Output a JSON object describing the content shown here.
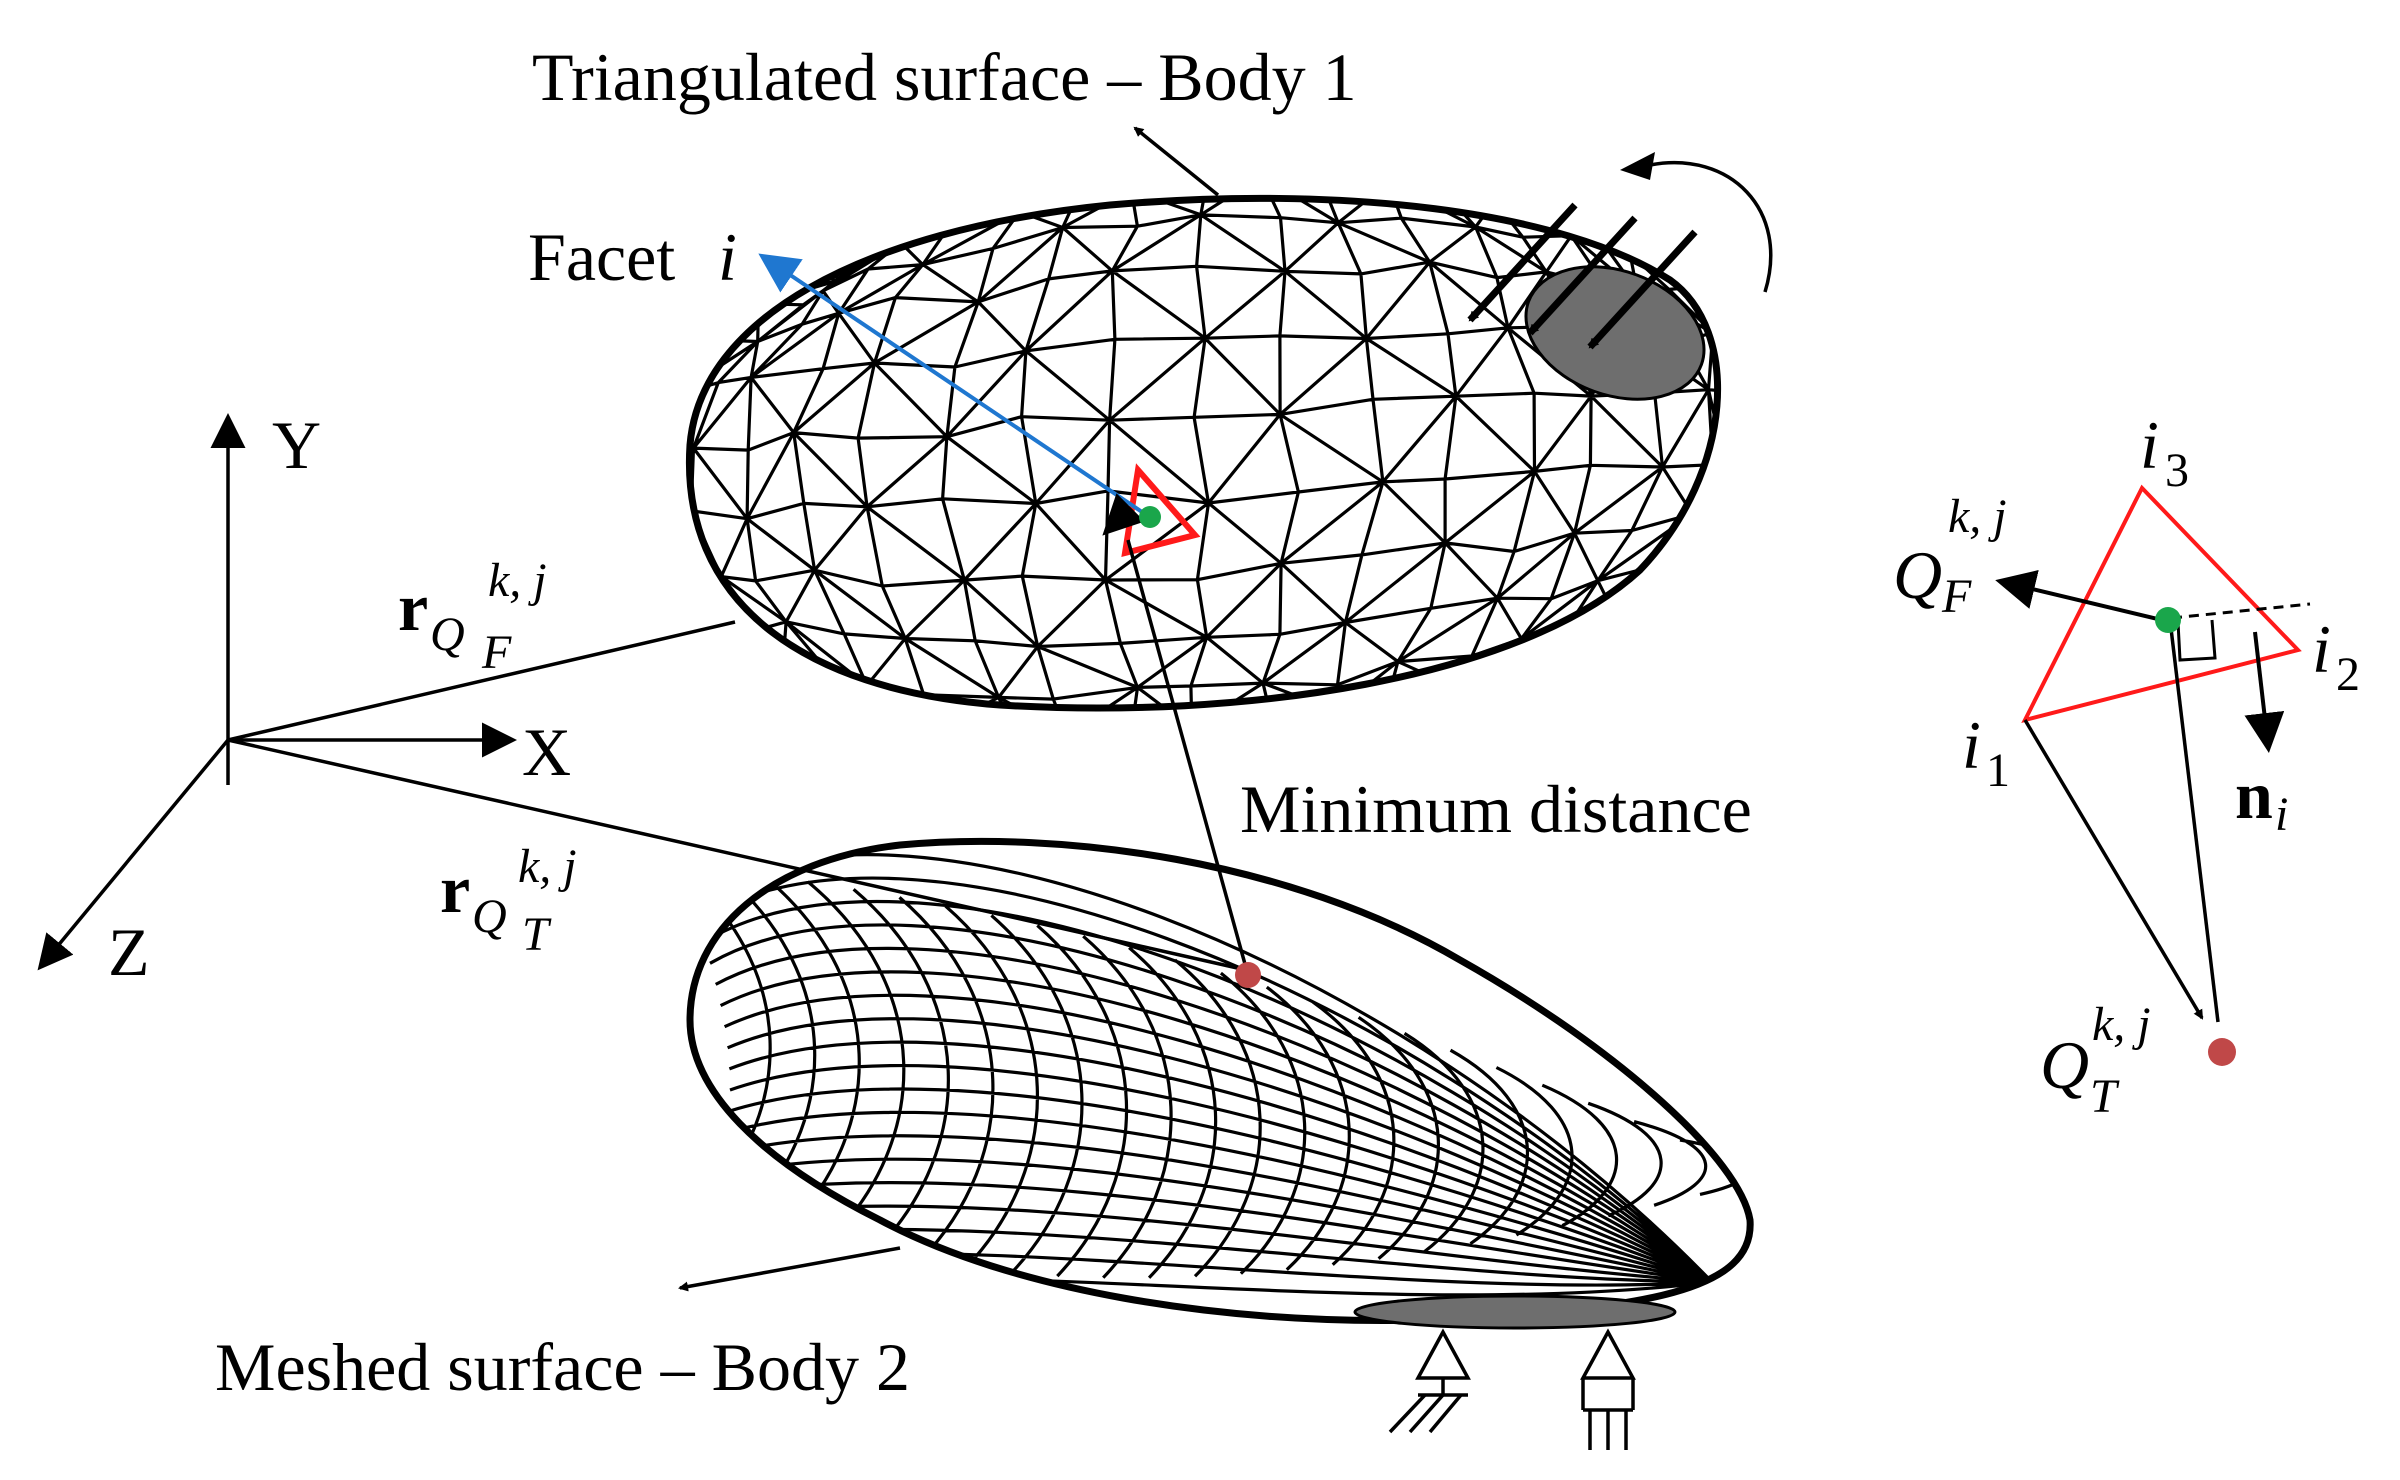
{
  "labels": {
    "body1": "Triangulated surface – Body 1",
    "body2": "Meshed surface – Body 2",
    "facet": "Facet",
    "facet_index": "i",
    "min_distance": "Minimum distance",
    "axis_x": "X",
    "axis_y": "Y",
    "axis_z": "Z",
    "r_vec": "r",
    "q_symbol": "Q",
    "sub_f": "F",
    "sub_t": "T",
    "sup_kj": "k, j",
    "vertex_i": "i",
    "v1": "1",
    "v2": "2",
    "v3": "3",
    "normal_n": "n",
    "normal_sub": "i"
  },
  "colors": {
    "mesh": "#000000",
    "facet": "#ff1a1a",
    "normal_ray": "#1f77d0",
    "point_f": "#1aa64b",
    "point_t": "#c04848",
    "patch": "#6e6e6e"
  }
}
